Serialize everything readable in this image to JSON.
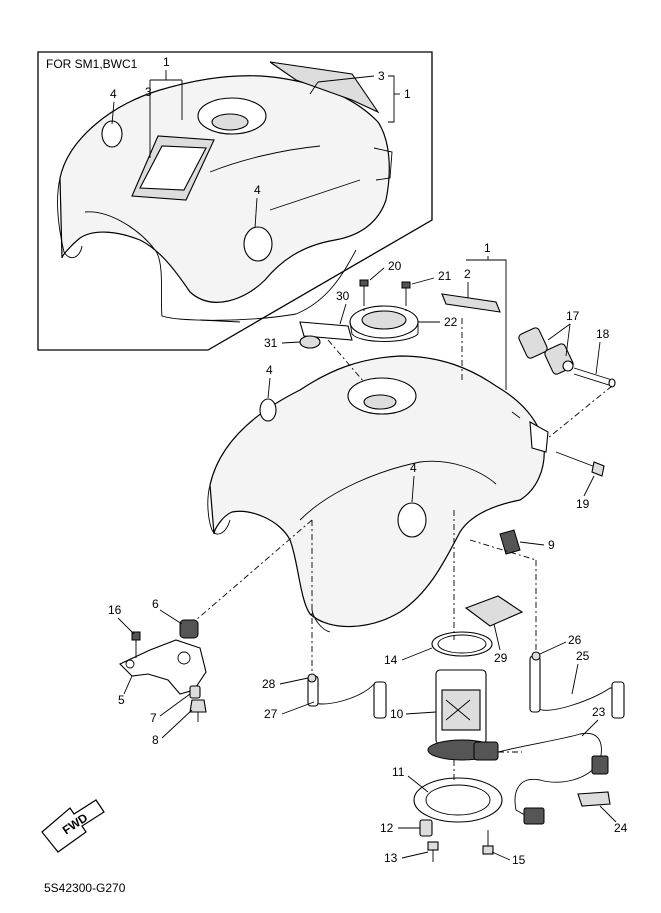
{
  "inset": {
    "title": "FOR SM1,BWC1",
    "callouts": [
      "1",
      "3",
      "4",
      "3",
      "1",
      "4"
    ]
  },
  "callouts": {
    "p1": "1",
    "p2": "2",
    "p4a": "4",
    "p4b": "4",
    "p5": "5",
    "p6": "6",
    "p7": "7",
    "p8": "8",
    "p9": "9",
    "p10": "10",
    "p11": "11",
    "p12": "12",
    "p13": "13",
    "p14": "14",
    "p15": "15",
    "p16": "16",
    "p17": "17",
    "p18": "18",
    "p19": "19",
    "p20": "20",
    "p21": "21",
    "p22": "22",
    "p23": "23",
    "p24": "24",
    "p25": "25",
    "p26": "26",
    "p27": "27",
    "p28": "28",
    "p29": "29",
    "p30": "30",
    "p31": "31"
  },
  "fwd_label": "FWD",
  "drawing_code": "5S42300-G270",
  "icons": [
    "fuel-tank",
    "fuel-pump",
    "fuel-cap",
    "forward-arrow"
  ]
}
